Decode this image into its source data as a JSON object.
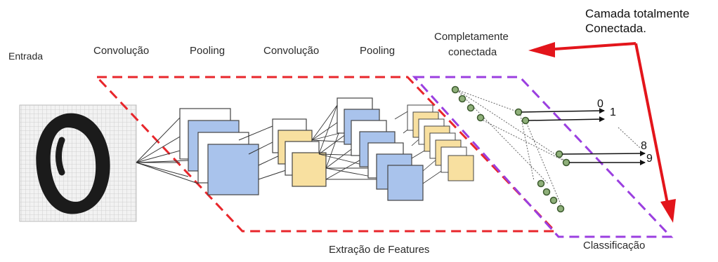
{
  "stages": {
    "input": "Entrada",
    "conv1": "Convolução",
    "pool1": "Pooling",
    "conv2": "Convolução",
    "pool2": "Pooling",
    "fc_line1": "Completamente",
    "fc_line2": "conectada"
  },
  "annotation": {
    "line1": "Camada totalmente",
    "line2": "Conectada."
  },
  "regions": {
    "features": "Extração de Features",
    "classification": "Classificação"
  },
  "outputs": {
    "o0": "0",
    "o1": "1",
    "o8": "8",
    "o9": "9"
  },
  "colors": {
    "feature_region": "#e8262b",
    "classification_region": "#9b3fe0",
    "arrow": "#e3151b",
    "conv_map": "#a9c3ec",
    "pool_map": "#f8e0a0",
    "neuron": "#8fb07a"
  }
}
